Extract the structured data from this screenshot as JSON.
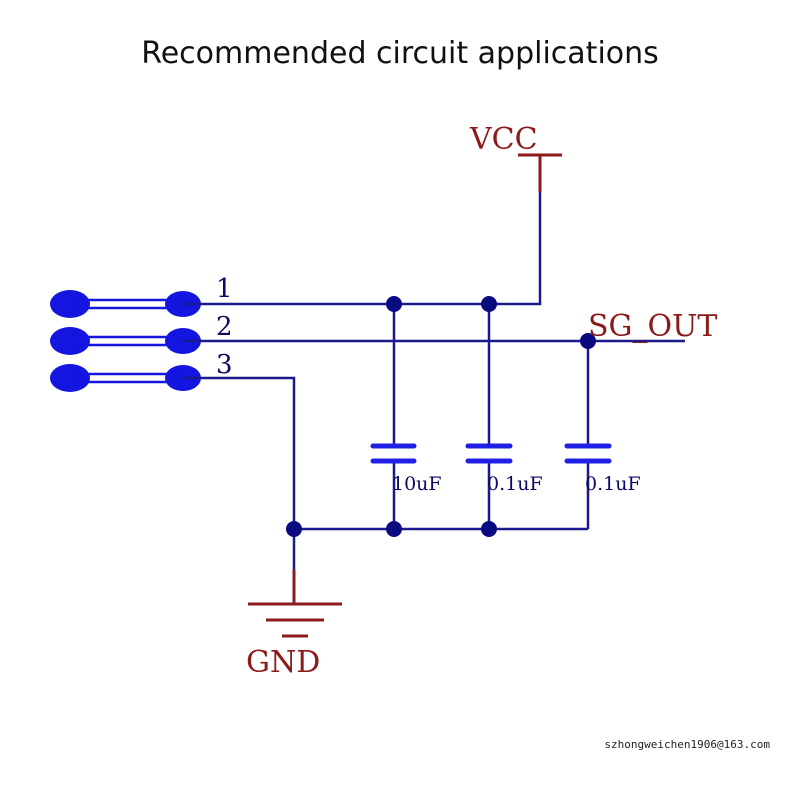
{
  "title": "Recommended circuit applications",
  "footer_email": "szhongweichen1906@163.com",
  "labels": {
    "vcc": "VCC",
    "gnd": "GND",
    "sg_out": "SG_OUT",
    "pins": [
      "1",
      "2",
      "3"
    ],
    "capacitors": [
      "10uF",
      "0.1uF",
      "0.1uF"
    ]
  },
  "colors": {
    "wire": "#1a1a8c",
    "node": "#0a0a80",
    "pin": "#1515e0",
    "cap": "#1f1fe6",
    "power": "#8b1a1a",
    "label_power": "#8b1a1a",
    "label_wire": "#0a0a60"
  }
}
